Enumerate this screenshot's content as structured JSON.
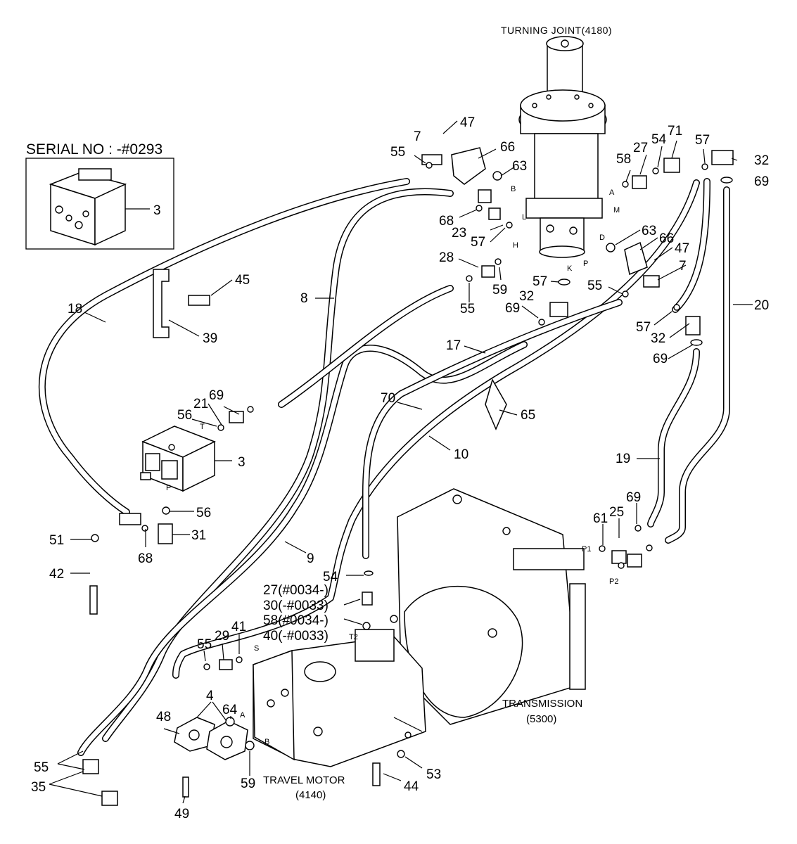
{
  "titles": {
    "turning_joint": "TURNING JOINT(4180)",
    "serial_no": "SERIAL NO : -#0293",
    "transmission": "TRANSMISSION",
    "transmission_code": "(5300)",
    "travel_motor": "TRAVEL MOTOR",
    "travel_motor_code": "(4140)"
  },
  "part_labels": {
    "p47a": "47",
    "p7a": "7",
    "p55a": "55",
    "p66a": "66",
    "p63a": "63",
    "p58a": "58",
    "p27a": "27",
    "p54a": "54",
    "p71": "71",
    "p57a": "57",
    "p32a": "32",
    "p69a": "69",
    "p3a": "3",
    "p68a": "68",
    "p23": "23",
    "p57b": "57",
    "p63b": "63",
    "p66b": "66",
    "p47b": "47",
    "p7b": "7",
    "p28": "28",
    "p59a": "59",
    "p55b": "55",
    "p57c": "57",
    "p32b": "32",
    "p69b": "69",
    "p55c": "55",
    "p57d": "57",
    "p32c": "32",
    "p69c": "69",
    "p45": "45",
    "p18": "18",
    "p8": "8",
    "p39": "39",
    "p20": "20",
    "p17": "17",
    "p70": "70",
    "p65": "65",
    "p10": "10",
    "p69d": "69",
    "p21": "21",
    "p56a": "56",
    "p3b": "3",
    "p56b": "56",
    "p19": "19",
    "p31": "31",
    "p51": "51",
    "p68b": "68",
    "p9": "9",
    "p42": "42",
    "p25": "25",
    "p69e": "69",
    "p61": "61",
    "p54b": "54",
    "p27b": "27(#0034-)",
    "p30": "30(-#0033)",
    "p58b": "58(#0034-)",
    "p40": "40(-#0033)",
    "p55d": "55",
    "p29": "29",
    "p41": "41",
    "p4": "4",
    "p64": "64",
    "p48": "48",
    "p55e": "55",
    "p35": "35",
    "p59b": "59",
    "p49": "49",
    "p44": "44",
    "p53": "53"
  },
  "port_labels": {
    "A": "A",
    "B": "B",
    "M": "M",
    "L": "L",
    "D": "D",
    "H": "H",
    "K": "K",
    "P": "P",
    "T": "T",
    "P_valve": "P",
    "P1": "P1",
    "P2": "P2",
    "S": "S",
    "T2": "T2",
    "A_motor": "A",
    "B_motor": "B"
  }
}
